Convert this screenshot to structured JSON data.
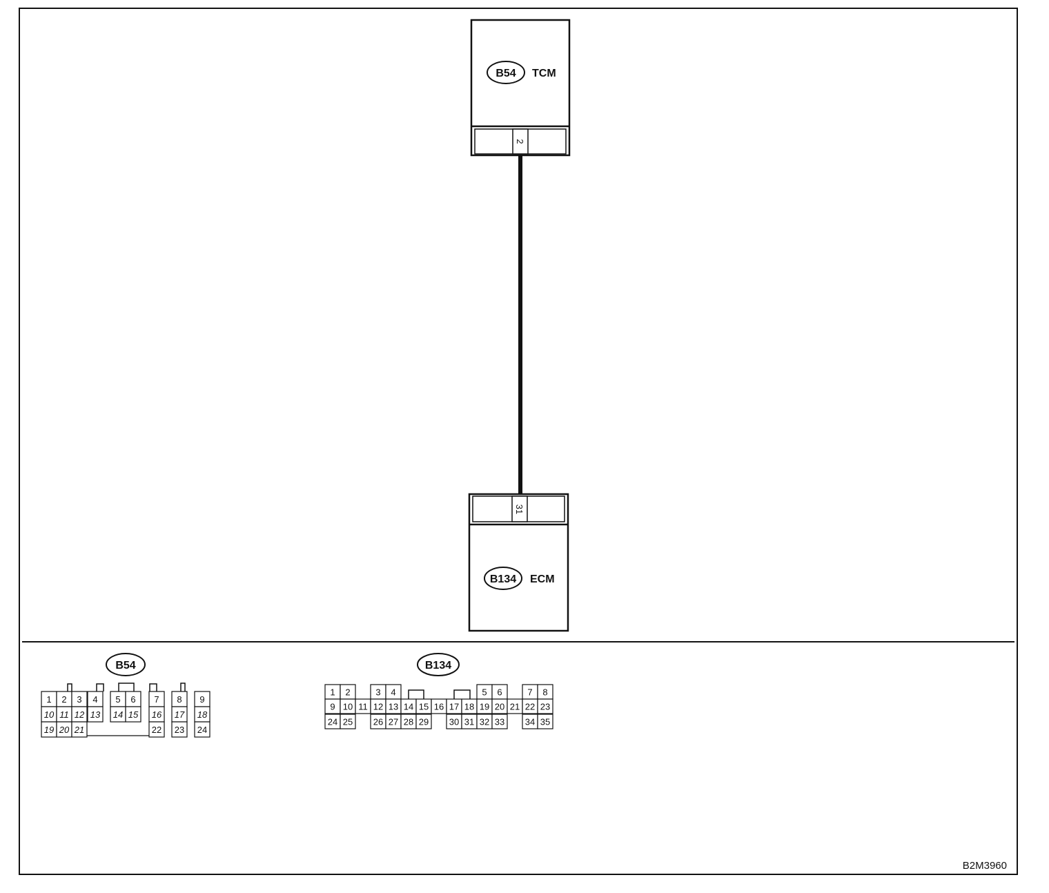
{
  "diagram": {
    "modules": {
      "tcm": {
        "connector": "B54",
        "name": "TCM",
        "pin": "2"
      },
      "ecm": {
        "connector": "B134",
        "name": "ECM",
        "pin": "31"
      }
    },
    "connector_views": {
      "b54": {
        "label": "B54",
        "pins": [
          "1",
          "2",
          "3",
          "4",
          "5",
          "6",
          "7",
          "8",
          "9",
          "10",
          "11",
          "12",
          "13",
          "14",
          "15",
          "16",
          "17",
          "18",
          "19",
          "20",
          "21",
          "22",
          "23",
          "24"
        ]
      },
      "b134": {
        "label": "B134",
        "pins": [
          "1",
          "2",
          "3",
          "4",
          "5",
          "6",
          "7",
          "8",
          "9",
          "10",
          "11",
          "12",
          "13",
          "14",
          "15",
          "16",
          "17",
          "18",
          "19",
          "20",
          "21",
          "22",
          "23",
          "24",
          "25",
          "26",
          "27",
          "28",
          "29",
          "30",
          "31",
          "32",
          "33",
          "34",
          "35"
        ]
      }
    },
    "figure_id": "B2M3960"
  }
}
